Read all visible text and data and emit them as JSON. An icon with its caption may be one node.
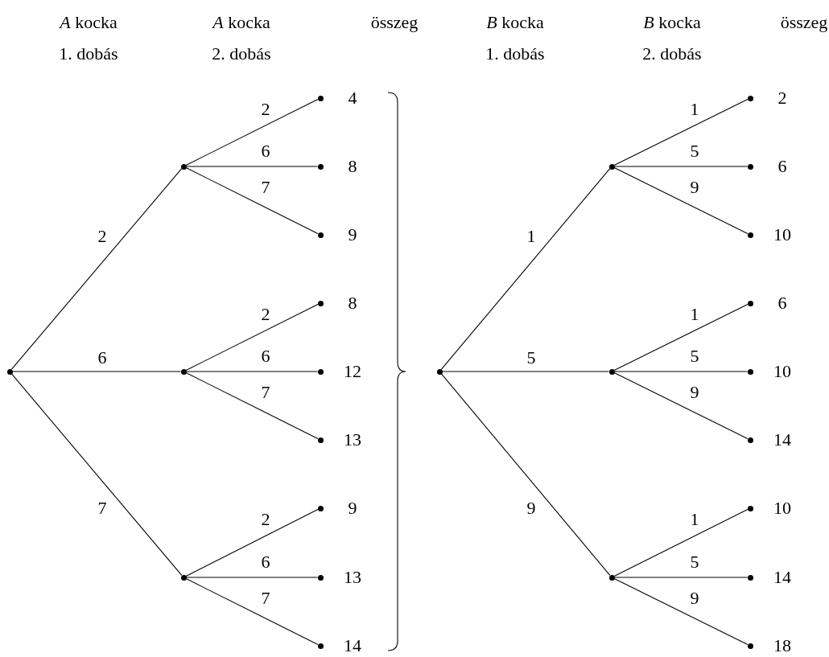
{
  "diagram": {
    "nodes": [
      {
        "text": [],
        "shape": "circle"
      },
      {
        "text": [],
        "shape": "circle"
      },
      {
        "text": [],
        "shape": "circle",
        "beside": [
          "4"
        ]
      },
      {
        "text": [],
        "shape": "circle",
        "beside": [
          "8"
        ]
      },
      {
        "text": [],
        "shape": "circle",
        "beside": [
          "9"
        ]
      },
      {
        "text": [],
        "shape": "circle"
      },
      {
        "text": [],
        "shape": "circle",
        "beside": [
          "8"
        ]
      },
      {
        "text": [],
        "shape": "circle",
        "beside": [
          "12"
        ]
      },
      {
        "text": [],
        "shape": "circle",
        "beside": [
          "13"
        ]
      },
      {
        "text": [],
        "shape": "circle"
      },
      {
        "text": [],
        "shape": "circle",
        "beside": [
          "9"
        ]
      },
      {
        "text": [],
        "shape": "circle",
        "beside": [
          "13"
        ]
      },
      {
        "text": [],
        "shape": "circle",
        "beside": [
          "14"
        ]
      },
      {
        "text": [],
        "shape": "circle"
      },
      {
        "text": [],
        "shape": "circle"
      },
      {
        "text": [],
        "shape": "circle",
        "beside": [
          "2"
        ]
      },
      {
        "text": [],
        "shape": "circle",
        "beside": [
          "6"
        ]
      },
      {
        "text": [],
        "shape": "circle",
        "beside": [
          "10"
        ]
      },
      {
        "text": [],
        "shape": "circle"
      },
      {
        "text": [],
        "shape": "circle",
        "beside": [
          "6"
        ]
      },
      {
        "text": [],
        "shape": "circle",
        "beside": [
          "10"
        ]
      },
      {
        "text": [],
        "shape": "circle",
        "beside": [
          "14"
        ]
      },
      {
        "text": [],
        "shape": "circle"
      },
      {
        "text": [],
        "shape": "circle",
        "beside": [
          "10"
        ]
      },
      {
        "text": [],
        "shape": "circle",
        "beside": [
          "14"
        ]
      },
      {
        "text": [],
        "shape": "circle",
        "beside": [
          "18"
        ]
      }
    ],
    "edges": [
      {
        "from": 0,
        "to": 1,
        "arrow": "none",
        "label": "2"
      },
      {
        "from": 0,
        "to": 5,
        "arrow": "none",
        "label": "6"
      },
      {
        "from": 0,
        "to": 9,
        "arrow": "none",
        "label": "7"
      },
      {
        "from": 1,
        "to": 2,
        "arrow": "none",
        "label": "2"
      },
      {
        "from": 1,
        "to": 3,
        "arrow": "none",
        "label": "6"
      },
      {
        "from": 1,
        "to": 4,
        "arrow": "none",
        "label": "7"
      },
      {
        "from": 5,
        "to": 6,
        "arrow": "none",
        "label": "2"
      },
      {
        "from": 5,
        "to": 7,
        "arrow": "none",
        "label": "6"
      },
      {
        "from": 5,
        "to": 8,
        "arrow": "none",
        "label": "7"
      },
      {
        "from": 9,
        "to": 10,
        "arrow": "none",
        "label": "2"
      },
      {
        "from": 9,
        "to": 11,
        "arrow": "none",
        "label": "6"
      },
      {
        "from": 9,
        "to": 12,
        "arrow": "none",
        "label": "7"
      },
      {
        "from": 13,
        "to": 14,
        "arrow": "none",
        "label": "1"
      },
      {
        "from": 13,
        "to": 18,
        "arrow": "none",
        "label": "5"
      },
      {
        "from": 13,
        "to": 22,
        "arrow": "none",
        "label": "9"
      },
      {
        "from": 14,
        "to": 15,
        "arrow": "none",
        "label": "1"
      },
      {
        "from": 14,
        "to": 16,
        "arrow": "none",
        "label": "5"
      },
      {
        "from": 14,
        "to": 17,
        "arrow": "none",
        "label": "9"
      },
      {
        "from": 18,
        "to": 19,
        "arrow": "none",
        "label": "1"
      },
      {
        "from": 18,
        "to": 20,
        "arrow": "none",
        "label": "5"
      },
      {
        "from": 18,
        "to": 21,
        "arrow": "none",
        "label": "9"
      },
      {
        "from": 22,
        "to": 23,
        "arrow": "none",
        "label": "1"
      },
      {
        "from": 22,
        "to": 24,
        "arrow": "none",
        "label": "5"
      },
      {
        "from": 22,
        "to": 25,
        "arrow": "none",
        "label": "9"
      }
    ],
    "labels": [
      "*A* kocka 1. dobás",
      "*A* kocka 2. dobás",
      "összeg",
      "*B* kocka 1. dobás",
      "*B* kocka 2. dobás",
      "összeg"
    ]
  }
}
